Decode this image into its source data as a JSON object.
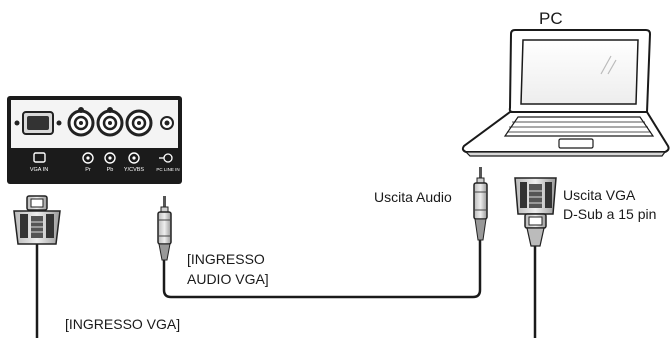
{
  "labels": {
    "pc": "PC",
    "audio_out": "Uscita Audio",
    "vga_out_line1": "Uscita VGA",
    "vga_out_line2": "D-Sub a 15 pin",
    "audio_in_line1": "[INGRESSO",
    "audio_in_line2": "AUDIO VGA]",
    "vga_in": "[INGRESSO VGA]"
  },
  "panel": {
    "port_labels": [
      "VGA IN",
      "Pr",
      "Pb",
      "Y/CVBS",
      "PC LINE IN"
    ]
  },
  "icons": [
    "laptop-icon",
    "vga-plug-icon",
    "audio-jack-icon",
    "input-panel-icon"
  ]
}
